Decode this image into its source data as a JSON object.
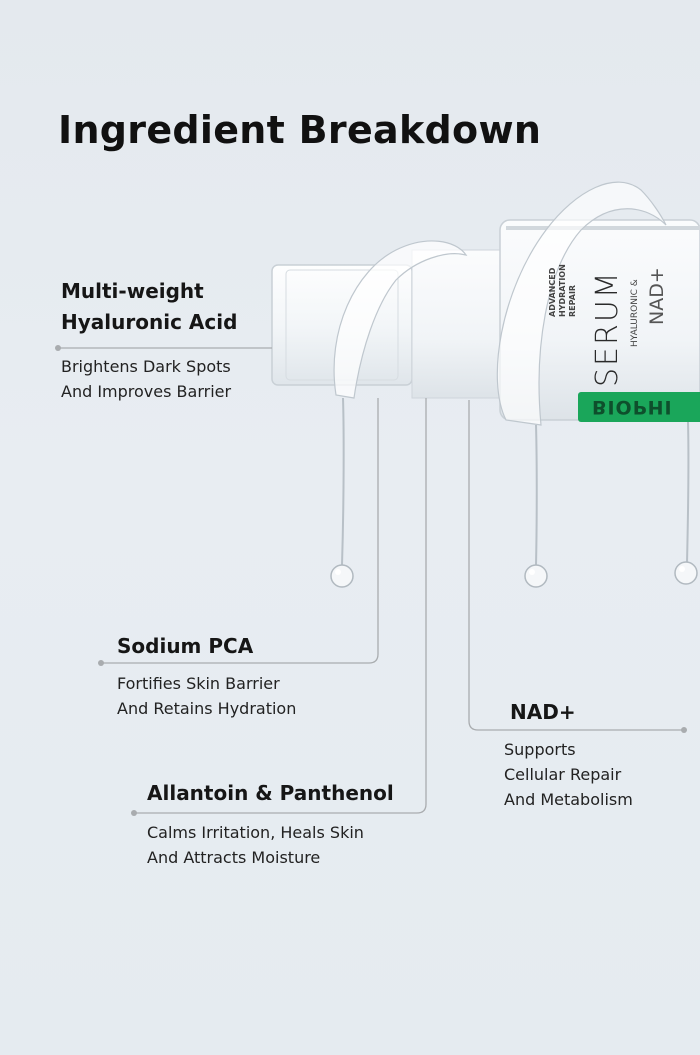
{
  "page": {
    "title": "Ingredient Breakdown"
  },
  "product": {
    "label_lines": "ADVANCED\nHYDRATION\nREPAIR",
    "name": "SERUM",
    "subtitle": "HYALURONIC &",
    "active": "NAD+",
    "brand_partial": "BIOPHI"
  },
  "ingredients": [
    {
      "name": "Multi-weight\nHyaluronic Acid",
      "desc": "Brightens Dark Spots\nAnd Improves Barrier"
    },
    {
      "name": "Sodium PCA",
      "desc": "Fortifies Skin Barrier\nAnd Retains Hydration"
    },
    {
      "name": "NAD+",
      "desc": "Supports\nCellular Repair\nAnd Metabolism"
    },
    {
      "name": "Allantoin & Panthenol",
      "desc": "Calms Irritation, Heals Skin\nAnd Attracts Moisture"
    }
  ],
  "colors": {
    "background": "#e6ecf1",
    "line": "#a9acaf",
    "brand_green": "#1aa65a",
    "text": "#161616"
  }
}
